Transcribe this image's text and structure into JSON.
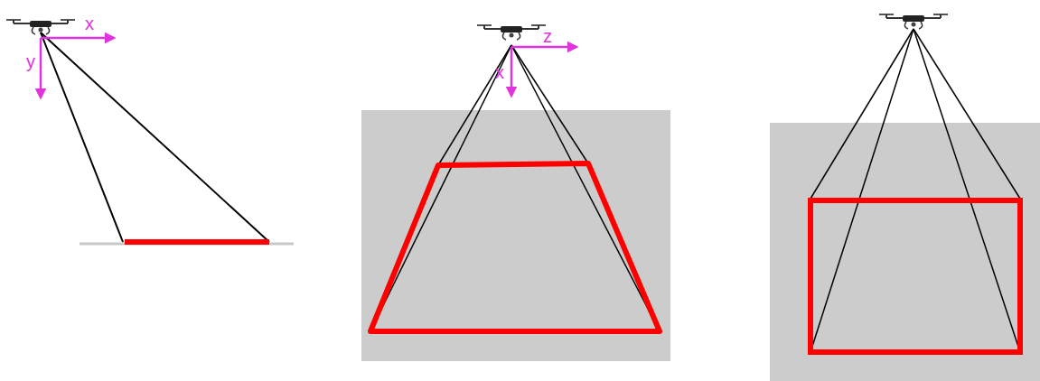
{
  "diagram": {
    "labels": [
      "x",
      "y",
      "z",
      "x"
    ]
  }
}
